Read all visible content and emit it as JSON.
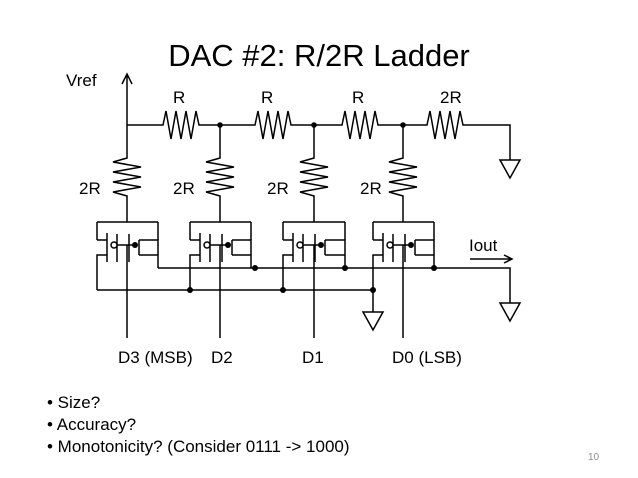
{
  "slide": {
    "title": "DAC #2: R/2R Ladder",
    "page_number": "10"
  },
  "circuit": {
    "vref_label": "Vref",
    "iout_label": "Iout",
    "series_resistor_labels": [
      "R",
      "R",
      "R",
      "2R"
    ],
    "shunt_resistor_labels": [
      "2R",
      "2R",
      "2R",
      "2R"
    ],
    "bit_labels": [
      "D3 (MSB)",
      "D2",
      "D1",
      "D0 (LSB)"
    ]
  },
  "bullets": [
    "• Size?",
    "• Accuracy?",
    "• Monotonicity?  (Consider 0111 -> 1000)"
  ]
}
